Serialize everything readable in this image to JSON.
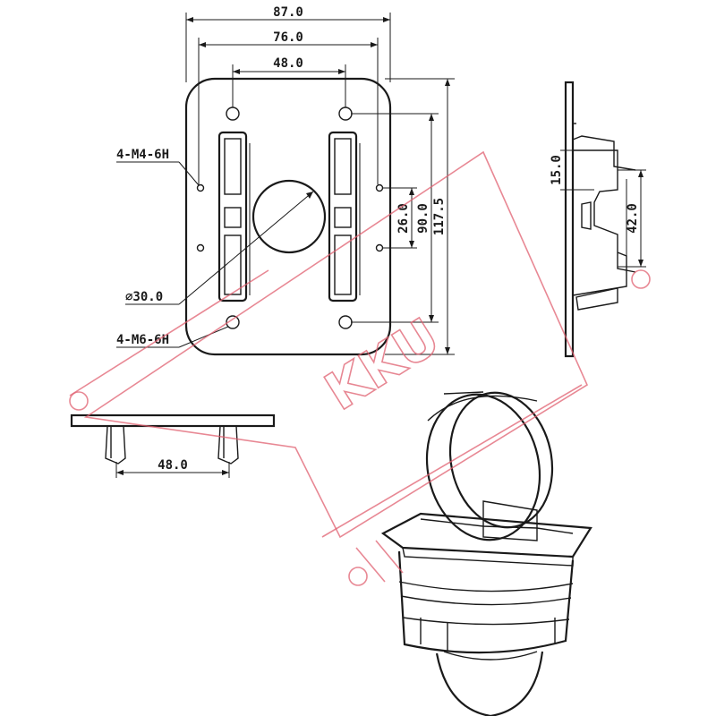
{
  "dimensions": {
    "width_87": "87.0",
    "width_76": "76.0",
    "width_48_top": "48.0",
    "width_48_bottom": "48.0",
    "height_117": "117.5",
    "height_90": "90.0",
    "height_26": "26.0",
    "side_15": "15.0",
    "side_42": "42.0"
  },
  "callouts": {
    "m4": "4-M4-6H",
    "diameter": "⌀30.0",
    "m6": "4-M6-6H"
  },
  "watermark": {
    "text": "KKU"
  },
  "colors": {
    "line": "#1a1a1a",
    "watermark": "#e06070"
  }
}
